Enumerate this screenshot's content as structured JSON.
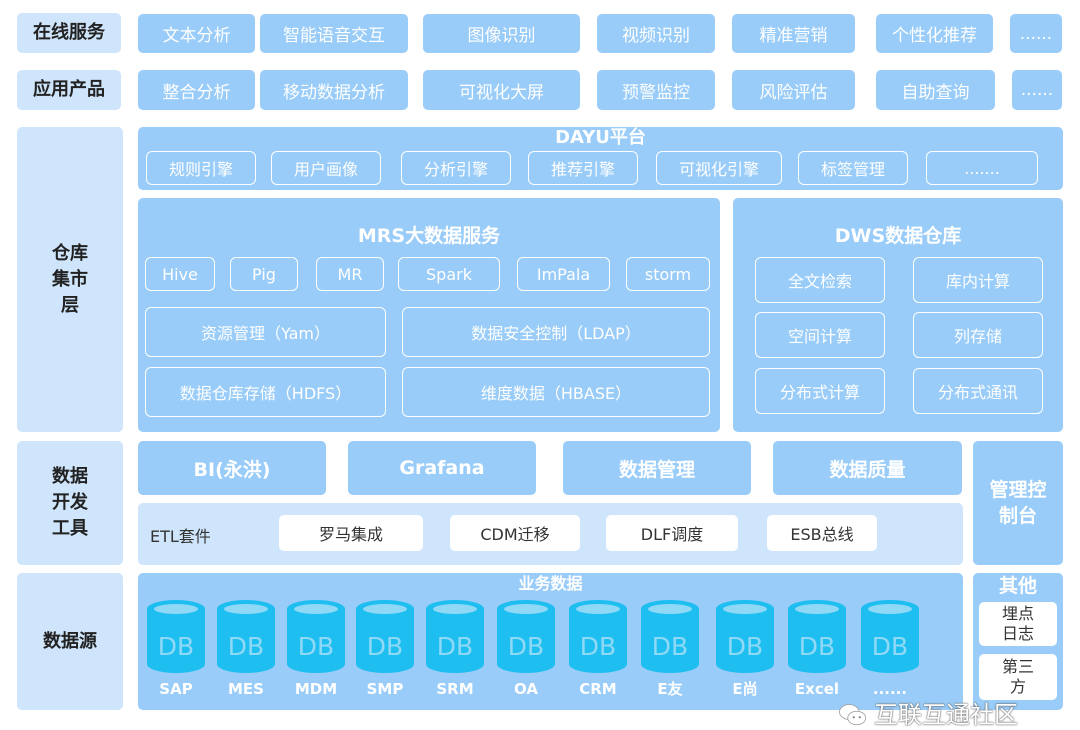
{
  "online_services": {
    "label": "在线服务",
    "items": [
      "文本分析",
      "智能语音交互",
      "图像识别",
      "视频识别",
      "精准营销",
      "个性化推荐",
      "......"
    ]
  },
  "app_products": {
    "label": "应用产品",
    "items": [
      "整合分析",
      "移动数据分析",
      "可视化大屏",
      "预警监控",
      "风险评估",
      "自助查询",
      "......"
    ]
  },
  "warehouse": {
    "label": "仓库集市层",
    "dayu": {
      "title": "DAYU平台",
      "items": [
        "规则引擎",
        "用户画像",
        "分析引擎",
        "推荐引擎",
        "可视化引擎",
        "标签管理",
        "......."
      ]
    },
    "mrs": {
      "title": "MRS大数据服务",
      "tags": [
        "Hive",
        "Pig",
        "MR",
        "Spark",
        "ImPala",
        "storm"
      ],
      "boxes": [
        "资源管理（Yam）",
        "数据安全控制（LDAP）",
        "数据仓库存储（HDFS）",
        "维度数据（HBASE）"
      ]
    },
    "dws": {
      "title": "DWS数据仓库",
      "boxes": [
        "全文检索",
        "库内计算",
        "空间计算",
        "列存储",
        "分布式计算",
        "分布式通讯"
      ]
    }
  },
  "dev_tools": {
    "label": "数据开发工具",
    "items": [
      "BI(永洪)",
      "Grafana",
      "数据管理",
      "数据质量"
    ],
    "etl_label": "ETL套件",
    "etl_items": [
      "罗马集成",
      "CDM迁移",
      "DLF调度",
      "ESB总线"
    ],
    "mgmt": "管理控制台"
  },
  "data_source": {
    "label": "数据源",
    "title": "业务数据",
    "db_text": "DB",
    "sources": [
      "SAP",
      "MES",
      "MDM",
      "SMP",
      "SRM",
      "OA",
      "CRM",
      "E友",
      "E尚",
      "Excel",
      "......"
    ]
  },
  "others": {
    "title": "其他",
    "items": [
      "埋点日志",
      "第三方"
    ]
  },
  "watermark": "互联互通社区",
  "colors": {
    "label_bg": "#cfe5fb",
    "box_blue": "#99ccf8",
    "db_cyan": "#1fbef0"
  }
}
